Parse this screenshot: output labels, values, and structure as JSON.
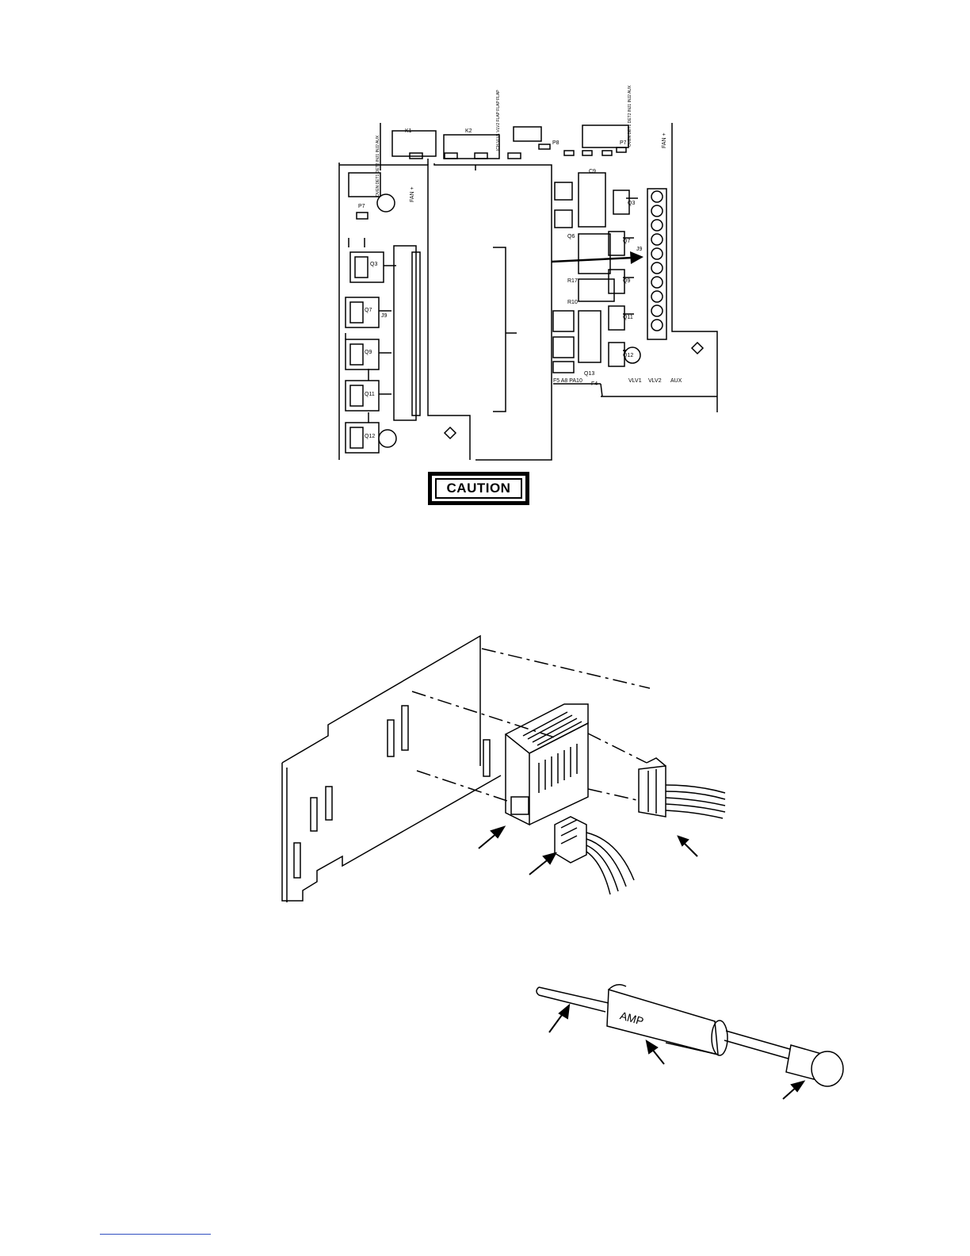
{
  "caution_label": "CAUTION",
  "board_labels": {
    "relay_k1": "K1",
    "relay_k2": "K2",
    "p8": "P8",
    "p7": "P7",
    "p7_left": "P7",
    "c9": "C9",
    "q3": "Q3",
    "q7": "Q7",
    "q9": "Q9",
    "q11": "Q11",
    "q12": "Q12",
    "q3_left": "Q3",
    "q7_left": "Q7",
    "q9_left": "Q9",
    "q11_left": "Q11",
    "q12_left": "Q12",
    "j9": "J9",
    "j9_left": "J9",
    "q6": "Q6",
    "r17": "R17",
    "r10": "R10",
    "q13": "Q13",
    "f4": "F4",
    "f5_row": "F5 A8 PA10",
    "vlv1": "VLV1",
    "vlv2": "VLV2",
    "aux": "AUX",
    "fan_plus": "FAN +",
    "fan_plus_left": "FAN +",
    "oven_stack": "OVEN DET1 DET2 INJ1 INJ2 AUX",
    "oven_stack_left": "OVEN DET1 DET2 INJ1 INJ2 AUX",
    "vlv_stack": "ICH VLV1 VLV2 FLAP FLAP FLAP"
  },
  "tool_brand": "AMP",
  "icons": {
    "pointer": "arrow-icon",
    "pin_hole": "circle-icon",
    "mount_mark": "diamond-icon"
  }
}
